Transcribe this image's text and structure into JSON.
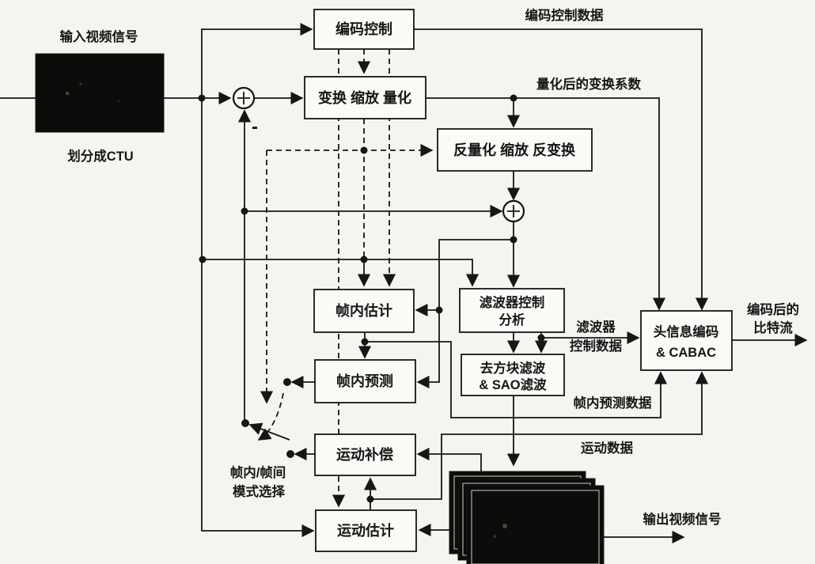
{
  "diagram_type": "HEVC video encoder block diagram",
  "io": {
    "input_video": "输入视频信号",
    "ctu_partition": "划分成CTU",
    "output_video": "输出视频信号"
  },
  "nodes": {
    "coder_control": {
      "label": "编码控制"
    },
    "transform": {
      "label": "变换 缩放 量化"
    },
    "inverse_transform": {
      "label": "反量化 缩放 反变换"
    },
    "intra_estimation": {
      "label": "帧内估计"
    },
    "intra_prediction": {
      "label": "帧内预测"
    },
    "filter_control_analysis": {
      "line1": "滤波器控制",
      "line2": "分析"
    },
    "deblocking_sao": {
      "line1": "去方块滤波",
      "line2": "& SAO滤波"
    },
    "header_cabac": {
      "line1": "头信息编码",
      "line2": "& CABAC"
    },
    "motion_compensation": {
      "label": "运动补偿"
    },
    "motion_estimation": {
      "label": "运动估计"
    }
  },
  "edge_labels": {
    "coder_control_data": "编码控制数据",
    "quantized_coeffs": "量化后的变换系数",
    "filter_control_data_line1": "滤波器",
    "filter_control_data_line2": "控制数据",
    "intra_prediction_data": "帧内预测数据",
    "motion_data": "运动数据",
    "bitstream_line1": "编码后的",
    "bitstream_line2": "比特流",
    "mode_select_line1": "帧内/帧间",
    "mode_select_line2": "模式选择",
    "minus_sign": "-"
  },
  "colors": {
    "line": "#161616",
    "box_fill": "#fbfaf7",
    "background": "#f5f4f0",
    "frame_fill": "#0d0c0b"
  }
}
